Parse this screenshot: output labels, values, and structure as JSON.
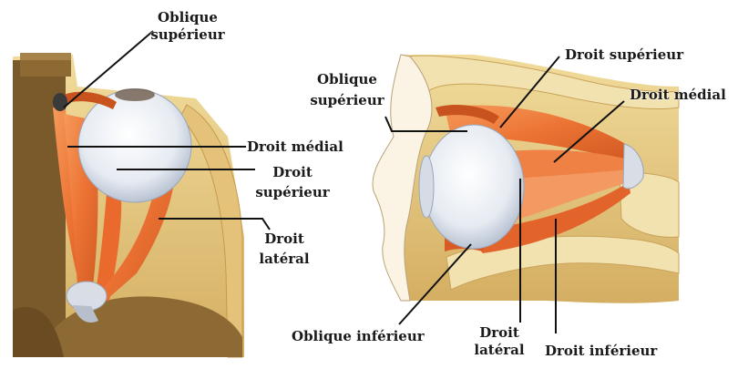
{
  "labels": {
    "left_oblique_superieur": [
      "Oblique",
      "supérieur"
    ],
    "left_droit_medial": "Droit médial",
    "left_droit_superieur": [
      "Droit",
      "supérieur"
    ],
    "left_droit_lateral": [
      "Droit",
      "latéral"
    ],
    "right_oblique_superieur": [
      "Oblique",
      "supérieur"
    ],
    "right_droit_superieur": "Droit supérieur",
    "right_droit_medial": "Droit médial",
    "right_oblique_inferieur": "Oblique inférieur",
    "right_droit_lateral": [
      "Droit",
      "latéral"
    ],
    "right_droit_inferieur": "Droit inférieur"
  },
  "colors": {
    "muscle": "#ee7a3c",
    "muscle_dark": "#c9531f",
    "eyeball": "#eef1f6",
    "bone": "#e8cf8a",
    "bone_dark": "#c9a35a",
    "tissue": "#ddb86a",
    "leader_line": "#111111"
  }
}
